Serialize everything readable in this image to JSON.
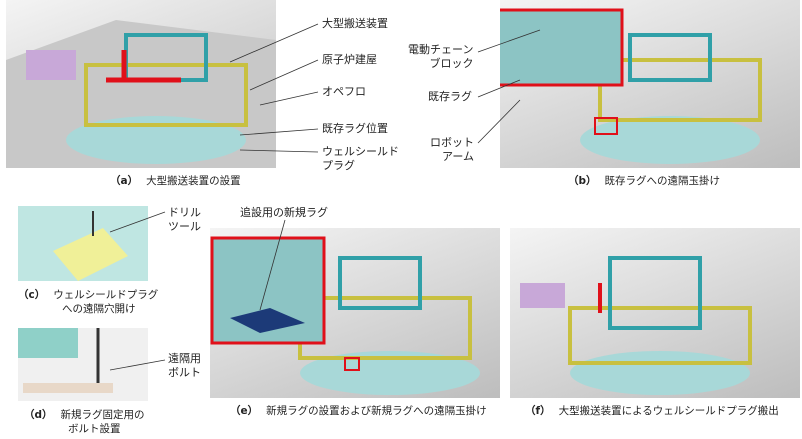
{
  "panels": {
    "a": {
      "tag": "（a）",
      "caption": "大型搬送装置の設置",
      "labels": [
        "大型搬送装置",
        "原子炉建屋",
        "オペフロ",
        "既存ラグ位置",
        "ウェルシールド",
        "プラグ"
      ]
    },
    "b": {
      "tag": "（b）",
      "caption": "既存ラグへの遠隔玉掛け",
      "labels": [
        "電動チェーン",
        "ブロック",
        "既存ラグ",
        "ロボット",
        "アーム"
      ]
    },
    "c": {
      "tag": "（c）",
      "caption": "ウェルシールドプラグ",
      "caption2": "への遠隔穴開け",
      "labels": [
        "ドリル",
        "ツール"
      ]
    },
    "d": {
      "tag": "（d）",
      "caption": "新規ラグ固定用の",
      "caption2": "ボルト設置",
      "labels": [
        "遠隔用",
        "ボルト"
      ]
    },
    "e": {
      "tag": "（e）",
      "caption": "新規ラグの設置および新規ラグへの遠隔玉掛け",
      "labels": [
        "追設用の新規ラグ"
      ]
    },
    "f": {
      "tag": "（f）",
      "caption": "大型搬送装置によるウェルシールドプラグ搬出"
    }
  },
  "colors": {
    "highlight": "#e0101a",
    "frame": "#c8c040",
    "equipment": "#30a0a8",
    "plug": "#a8d8d8"
  }
}
